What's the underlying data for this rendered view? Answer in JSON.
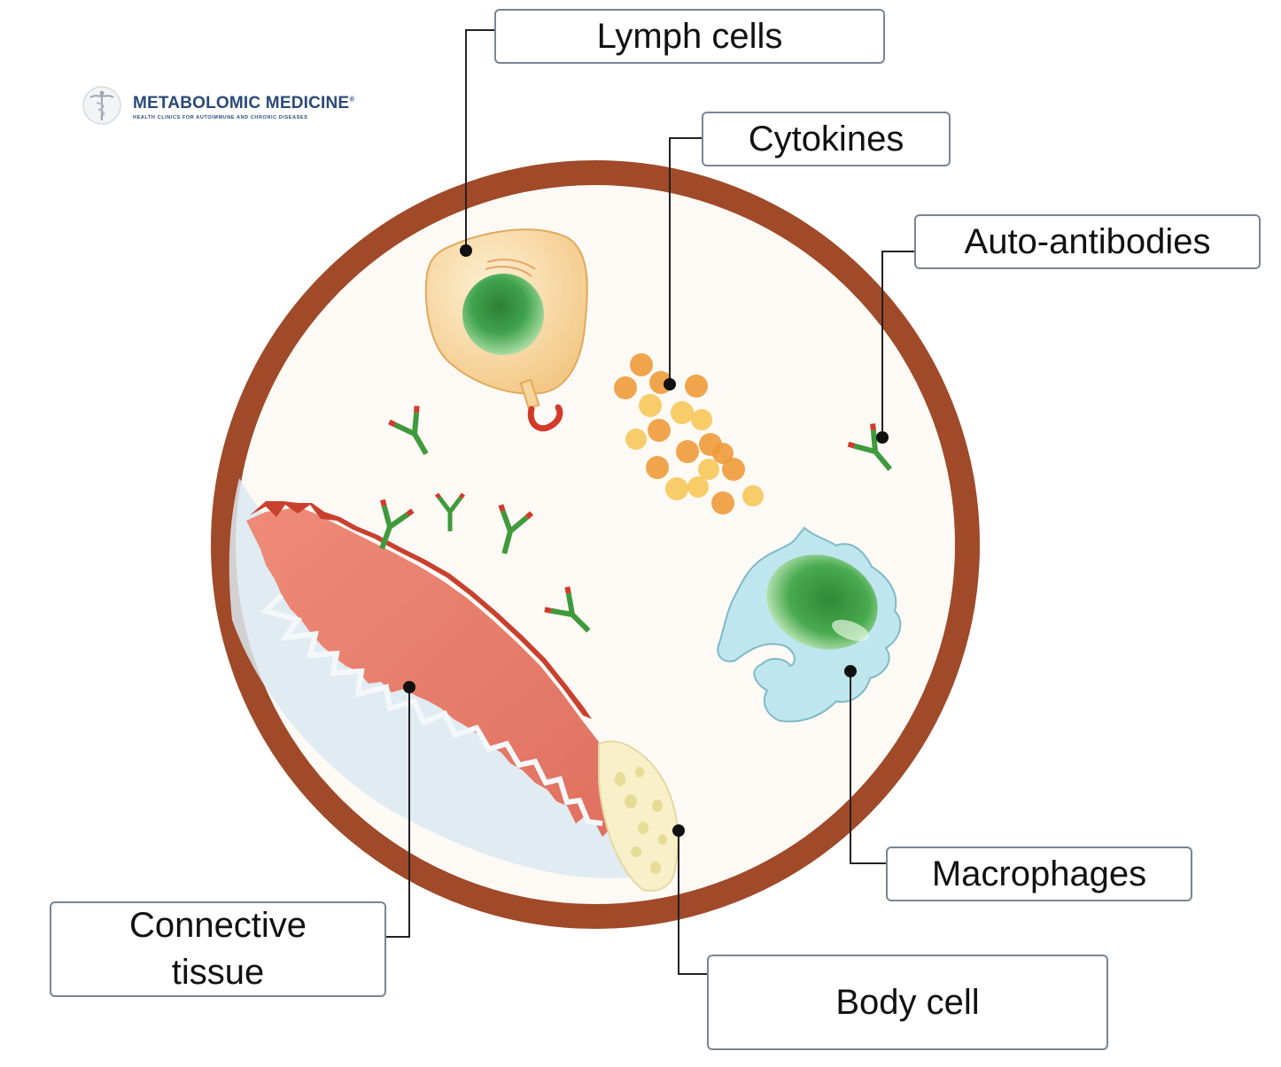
{
  "brand": {
    "name": "METABOLOMIC MEDICINE",
    "mark": "®",
    "tagline": "HEALTH CLINICS FOR AUTOIMMUNE AND CHRONIC DISEASES",
    "color": "#2a4a79"
  },
  "labels": {
    "lymph_cells": "Lymph cells",
    "cytokines": "Cytokines",
    "auto_antibodies": "Auto-antibodies",
    "macrophages": "Macrophages",
    "connective_tissue": "Connective tissue",
    "body_cell": "Body cell"
  },
  "colors": {
    "circle_border": "#a04a29",
    "circle_fill": "#fdfaf6",
    "label_border": "#7a8494",
    "leader_line": "#222222",
    "lymph_cell": "#f7d49a",
    "nucleus": "#3fa34d",
    "cytokine_light": "#f6c65a",
    "cytokine_dark": "#ee9a3a",
    "antibody_green": "#3f9a3c",
    "antibody_red": "#d23a2a",
    "macrophage": "#bfe6ee",
    "connective_tissue": "#e8806e",
    "body_cell": "#f7f0c8"
  },
  "icons": [
    "caduceus-icon",
    "antibody-icon"
  ]
}
